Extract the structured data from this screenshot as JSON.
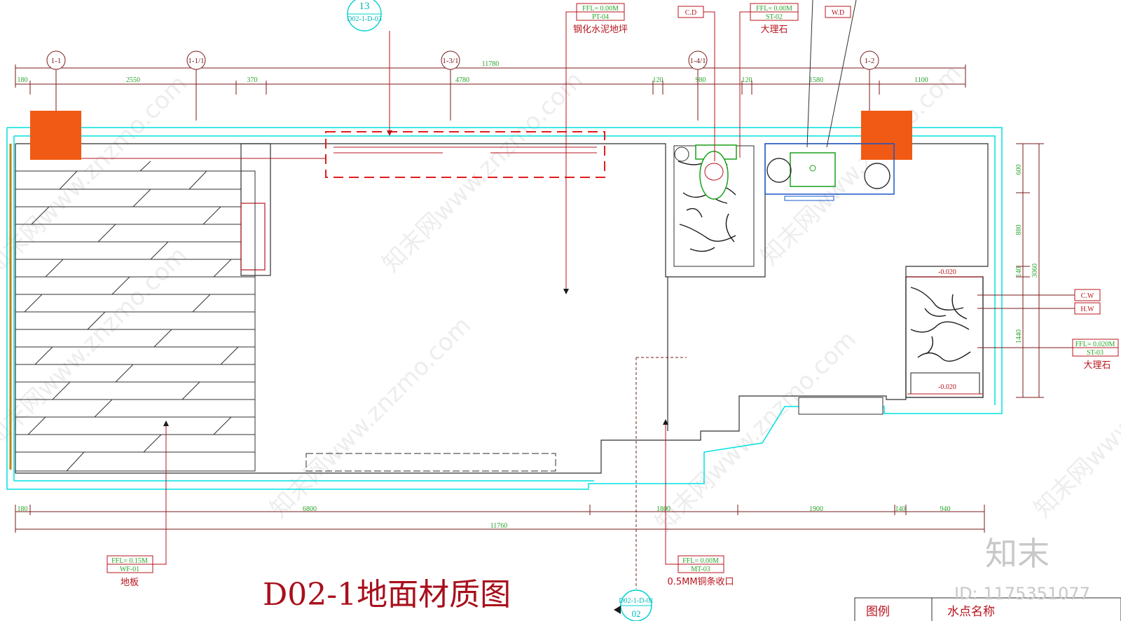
{
  "title": "D02-1地面材质图",
  "section_marks": {
    "top_callout": {
      "number": "13",
      "ref": "D02-1-D-03"
    },
    "bottom_callout": {
      "ref": "D02-1-D-01",
      "number": "02"
    }
  },
  "grid_labels": [
    "1-1",
    "1-1/1",
    "1-3/1",
    "1-4/1",
    "1-2"
  ],
  "dimensions": {
    "top_total": "11780",
    "top_segments": [
      "180",
      "2550",
      "370",
      "4780",
      "120",
      "980",
      "120",
      "1580",
      "1100"
    ],
    "bottom_total": "11760",
    "bottom_segments": [
      "180",
      "6800",
      "1800",
      "1900",
      "140",
      "940"
    ],
    "right_segments": [
      "600",
      "880",
      "140",
      "1440"
    ],
    "right_total": "3060"
  },
  "tags": {
    "pt04": {
      "ffl": "FFL= 0.00M",
      "code": "PT-04",
      "label": "钢化水泥地坪"
    },
    "st02": {
      "ffl": "FFL= 0.00M",
      "code": "ST-02",
      "label": "大理石"
    },
    "st03": {
      "ffl": "FFL= 0.020M",
      "code": "ST-03",
      "label": "大理石"
    },
    "wf01": {
      "ffl": "FFL= 0.15M",
      "code": "WF-01",
      "label": "地板"
    },
    "mt03": {
      "ffl": "FFL= 0.00M",
      "code": "MT-03",
      "label": "0.5MM铜条收口"
    },
    "cd": "C.D",
    "wd": "W.D",
    "cw": "C.W",
    "hw": "H.W",
    "lvl_top": "-0.020",
    "lvl_bottom": "-0.020"
  },
  "legend": {
    "col1": "图例",
    "col2": "水点名称"
  },
  "watermark": {
    "brand": "知末",
    "id": "ID: 1175351077",
    "site": "知末网www.znzmo.com"
  },
  "colors": {
    "wall": "#00e0e0",
    "red": "#b8141e",
    "green": "#1aa11a",
    "orange": "#f05a14",
    "dim": "#7a1a1a"
  }
}
